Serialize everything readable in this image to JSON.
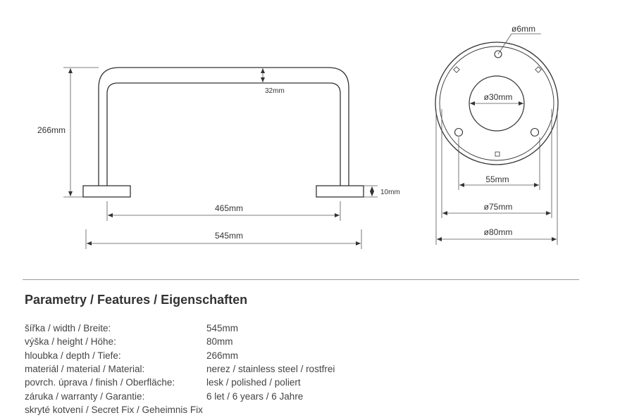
{
  "drawing": {
    "side_view": {
      "depth_label": "266mm",
      "tube_label": "32mm",
      "plate_label": "10mm",
      "inner_width_label": "465mm",
      "total_width_label": "545mm"
    },
    "top_view": {
      "screw_hole_label": "ø6mm",
      "center_hole_label": "ø30mm",
      "hole_spacing_label": "55mm",
      "inner_diameter_label": "ø75mm",
      "outer_diameter_label": "ø80mm"
    }
  },
  "features": {
    "heading": "Parametry / Features / Eigenschaften",
    "rows": [
      {
        "label": "šířka / width / Breite:",
        "value": "545mm"
      },
      {
        "label": "výška / height / Höhe:",
        "value": "80mm"
      },
      {
        "label": "hloubka / depth / Tiefe:",
        "value": "266mm"
      },
      {
        "label": "materiál / material / Material:",
        "value": "nerez / stainless steel / rostfrei"
      },
      {
        "label": "povrch. úprava / finish / Oberfläche:",
        "value": "lesk / polished / poliert"
      },
      {
        "label": "záruka / warranty / Garantie:",
        "value": "6 let / 6 years / 6 Jahre"
      },
      {
        "label": "skryté kotvení / Secret Fix / Geheimnis Fix",
        "value": ""
      }
    ]
  }
}
